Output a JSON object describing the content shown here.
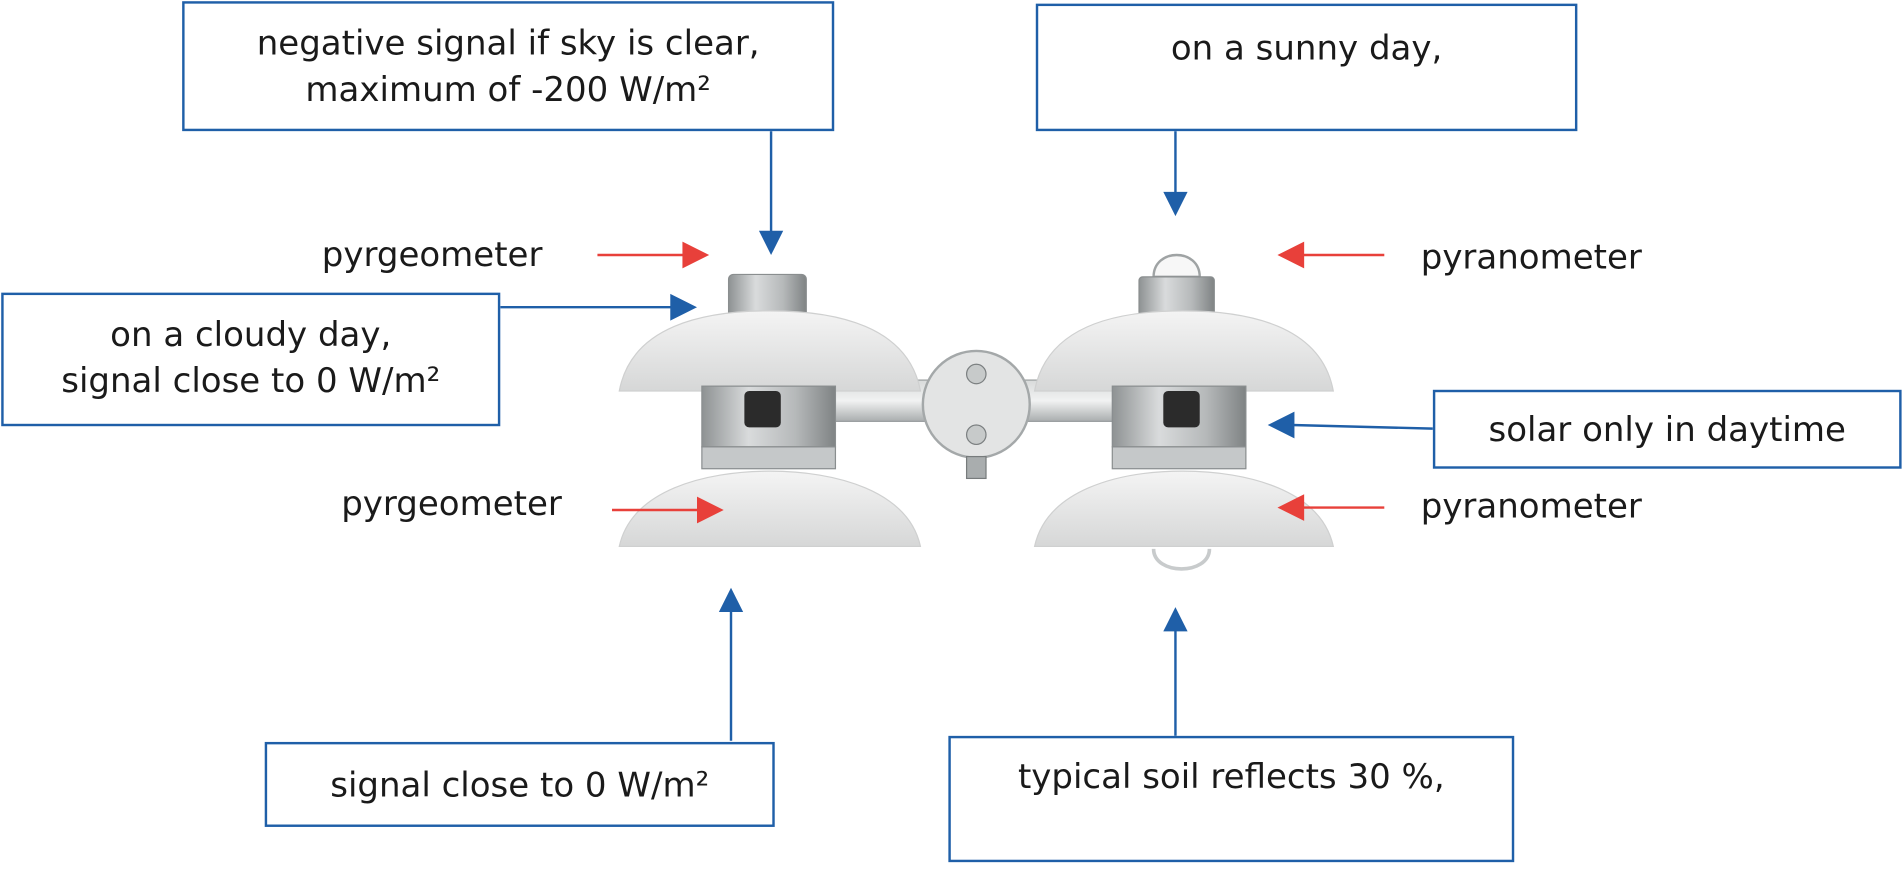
{
  "colors": {
    "box_border": "#1f5fa8",
    "blue_arrow": "#1f5fa8",
    "red_arrow": "#e8403a",
    "device_body": "#e9eaea",
    "metal": "#b9bcbd"
  },
  "boxes": {
    "negative_signal": {
      "line1": "negative signal if sky is clear,",
      "line2": "maximum of -200 W/m²"
    },
    "sunny_day": {
      "line1": "on a sunny day,"
    },
    "cloudy_day": {
      "line1": "on a cloudy day,",
      "line2": "signal close to 0 W/m²"
    },
    "solar_daytime": {
      "line1": "solar only in daytime"
    },
    "signal_zero": {
      "line1": "signal close to 0 W/m²"
    },
    "soil_reflects": {
      "line1": "typical soil reflects 30 %,"
    }
  },
  "labels": {
    "pyrgeometer_top": "pyrgeometer",
    "pyrgeometer_bottom": "pyrgeometer",
    "pyranometer_top": "pyranometer",
    "pyranometer_bottom": "pyranometer"
  }
}
